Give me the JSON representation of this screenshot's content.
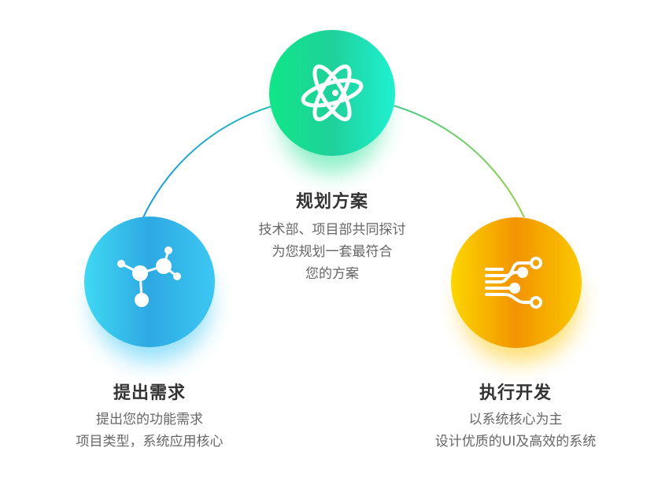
{
  "steps": [
    {
      "id": "plan",
      "title": "规划方案",
      "icon": "atom-icon",
      "lines": [
        "技术部、项目部共同探讨",
        "为您规划一套最符合",
        "您的方案"
      ],
      "colors": [
        "#12e08a",
        "#1ee8c8"
      ]
    },
    {
      "id": "request",
      "title": "提出需求",
      "icon": "molecule-icon",
      "lines": [
        "提出您的功能需求",
        "项目类型，系统应用核心"
      ],
      "colors": [
        "#3fd3f2",
        "#2aa6e0"
      ]
    },
    {
      "id": "develop",
      "title": "执行开发",
      "icon": "circuit-icon",
      "lines": [
        "以系统核心为主",
        "设计优质的UI及高效的系统"
      ],
      "colors": [
        "#fbd300",
        "#f29200"
      ]
    }
  ]
}
